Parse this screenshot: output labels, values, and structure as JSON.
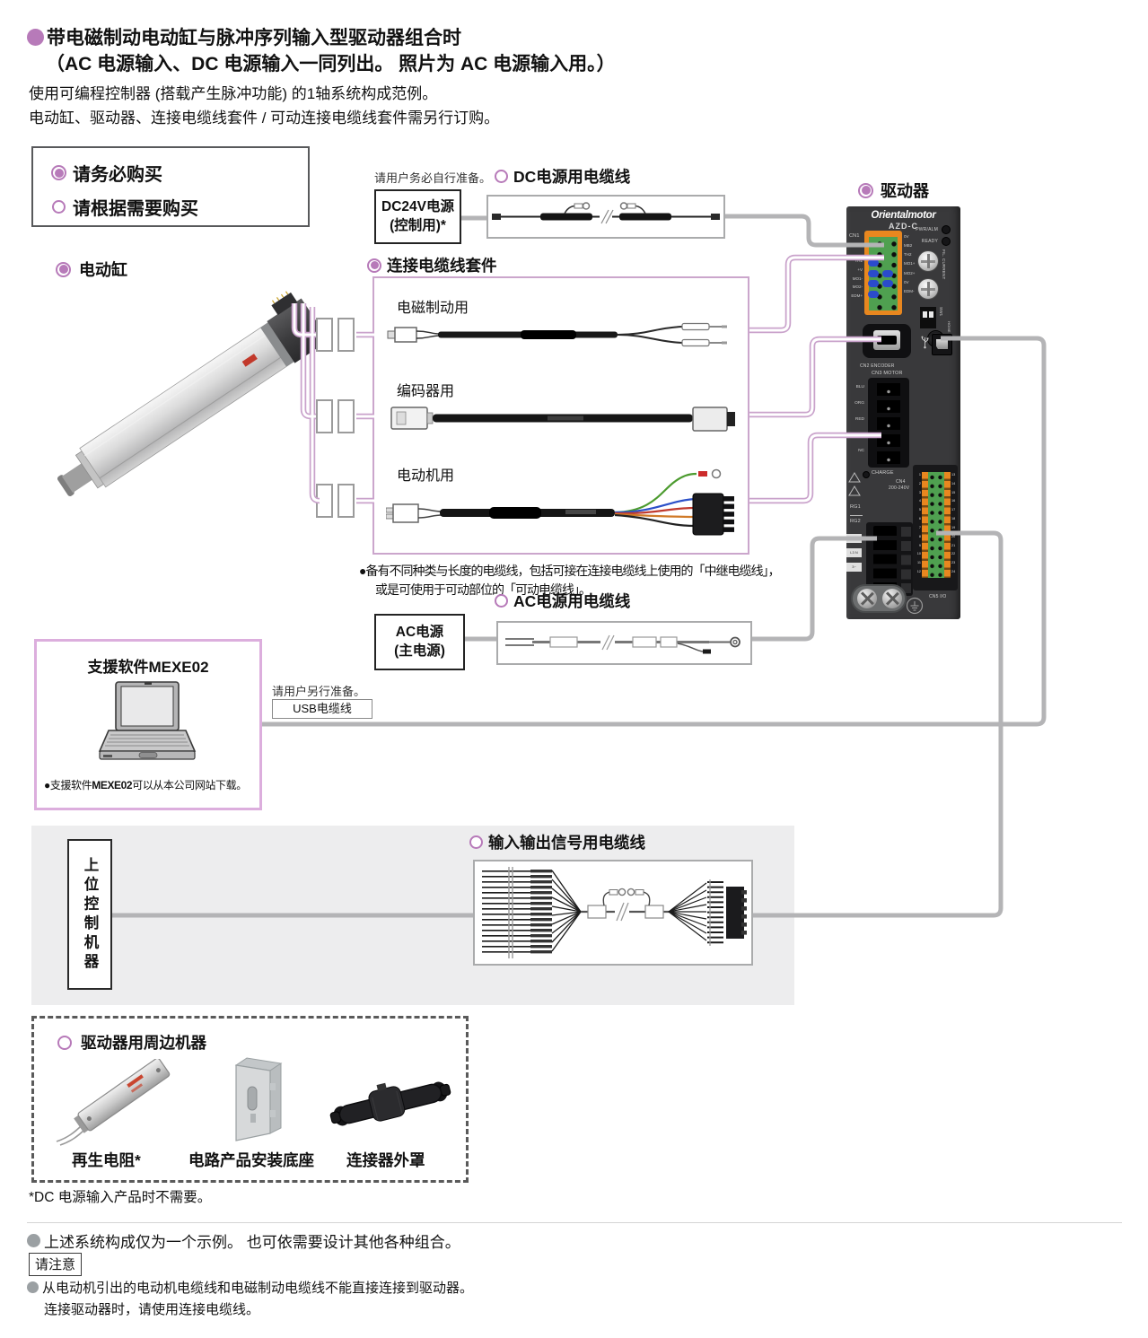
{
  "colors": {
    "accent_purple": "#b77ab9",
    "line_purple": "#c9a2cb",
    "line_gray": "#b4b4b6",
    "panel_pink_border": "#cba6cc",
    "band_gray": "#ededee",
    "driver_body": "#39393b",
    "terminal_green": "#4fa050",
    "terminal_orange": "#e8871f"
  },
  "title": {
    "line1": "带电磁制动电动缸与脉冲序列输入型驱动器组合时",
    "line2": "（AC 电源输入、DC 电源输入一同列出。 照片为 AC 电源输入用。）",
    "line3": "使用可编程控制器 (搭载产生脉冲功能) 的1轴系统构成范例。",
    "line4": "电动缸、驱动器、连接电缆线套件 / 可动连接电缆线套件需另行订购。"
  },
  "legend": {
    "required": "请务必购买",
    "optional": "请根据需要购买"
  },
  "dc": {
    "note": "请用户务必自行准备。",
    "source_line1": "DC24V电源",
    "source_line2": "(控制用)*",
    "cable_label": "DC电源用电缆线"
  },
  "cylinder": {
    "section_label": "电动缸"
  },
  "driver": {
    "section_label": "驱动器",
    "brand": "Orientalmotor",
    "model": "AZD-C",
    "led1": "PWR/ALM",
    "led2": "READY",
    "cn1": "CN1",
    "cn1_left": [
      "TH1",
      "+V",
      "MO1-",
      "MO2-",
      "EDM+"
    ],
    "cn1_right": [
      "0V",
      "MB2",
      "TH2",
      "MO1+",
      "MO2+",
      "0V",
      "EDM-"
    ],
    "fil_current": "FIL. CURRENT",
    "sw1": "SW1",
    "home_preset": "HOME PRESET",
    "cn2": "CN2 ENCODER",
    "cn3": "CN3 MOTOR",
    "cn3_left": [
      "BLU",
      "ORG",
      "RED",
      "BLK",
      "NC"
    ],
    "charge": "CHARGE",
    "cn4": "CN4",
    "cn4_v": "200-240V",
    "rg1": "RG1",
    "rg2": "RG2",
    "power_tags": [
      "L2 L1",
      "L3 N",
      "3~"
    ],
    "cn5": "CN5 I/O",
    "cn5_left": [
      "1",
      "2",
      "3",
      "4",
      "5",
      "6",
      "7",
      "8",
      "9",
      "10",
      "11",
      "12"
    ],
    "cn5_right": [
      "13",
      "14",
      "15",
      "16",
      "17",
      "18",
      "19",
      "20",
      "21",
      "22",
      "23",
      "24"
    ]
  },
  "cable_set": {
    "section_label": "连接电缆线套件",
    "items": [
      "电磁制动用",
      "编码器用",
      "电动机用"
    ],
    "note1": "●备有不同种类与长度的电缆线，包括可接在连接电缆线上使用的「中继电缆线」，",
    "note2": "或是可使用于可动部位的「可动电缆线」。"
  },
  "ac": {
    "cable_label": "AC电源用电缆线",
    "source_line1": "AC电源",
    "source_line2": "(主电源)"
  },
  "software": {
    "title": "支援软件MEXE02",
    "note_pre": "●支援软件",
    "note_bold": "MEXE02",
    "note_post": "可以从本公司网站下载。"
  },
  "usb": {
    "note": "请用户另行准备。",
    "label": "USB电缆线"
  },
  "host": {
    "label": "上位控制机器"
  },
  "io": {
    "cable_label": "输入输出信号用电缆线"
  },
  "peripherals": {
    "section_label": "驱动器用周边机器",
    "items": [
      "再生电阻*",
      "电路产品安装底座",
      "连接器外罩"
    ]
  },
  "footnotes": {
    "dc_note": "*DC 电源输入产品时不需要。",
    "note1": "上述系统构成仅为一个示例。 也可依需要设计其他各种组合。",
    "caution_label": "请注意",
    "note2": "从电动机引出的电动机电缆线和电磁制动电缆线不能直接连接到驱动器。",
    "note3": "连接驱动器时，请使用连接电缆线。"
  }
}
